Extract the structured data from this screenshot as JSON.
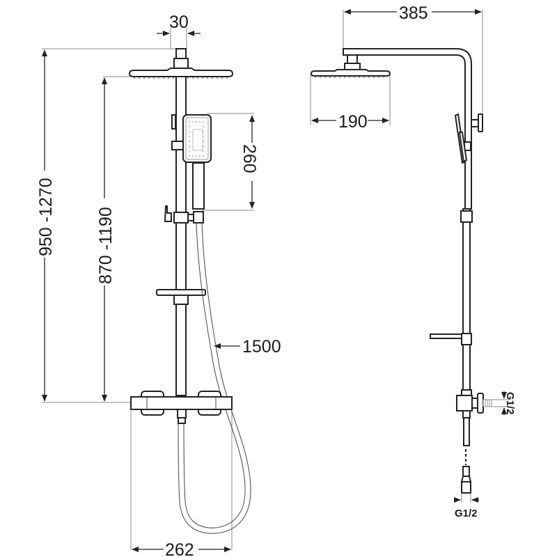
{
  "drawing": {
    "title": "Shower column dimension drawing",
    "views": [
      "front",
      "side"
    ],
    "colors": {
      "line": "#222222",
      "extension_line": "#888888",
      "background": "#ffffff"
    }
  },
  "front_view": {
    "dimensions": {
      "arm_width": "30",
      "total_height": "950 -1270",
      "rail_height": "870 -1190",
      "hand_shower_length": "260",
      "hose_length": "1500",
      "mixer_width": "262"
    }
  },
  "side_view": {
    "dimensions": {
      "arm_reach": "385",
      "head_diameter": "190",
      "inlet_thread_top": "G1/2",
      "inlet_thread_bottom": "G1/2"
    }
  }
}
